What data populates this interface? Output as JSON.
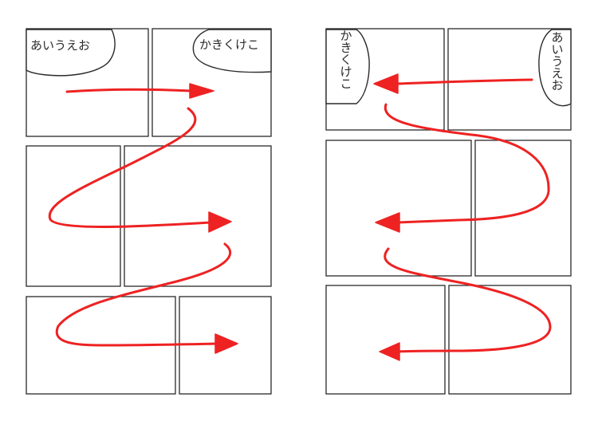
{
  "colors": {
    "arrow": "#ee2222",
    "panel_border": "#2a2a2a",
    "background": "#ffffff"
  },
  "horizontal_layout": {
    "bubble_left_text": "あいうえお",
    "bubble_right_text": "かきくけこ"
  },
  "vertical_layout": {
    "bubble_right_text": "あいうえお",
    "bubble_left_text": "かきくけこ"
  }
}
